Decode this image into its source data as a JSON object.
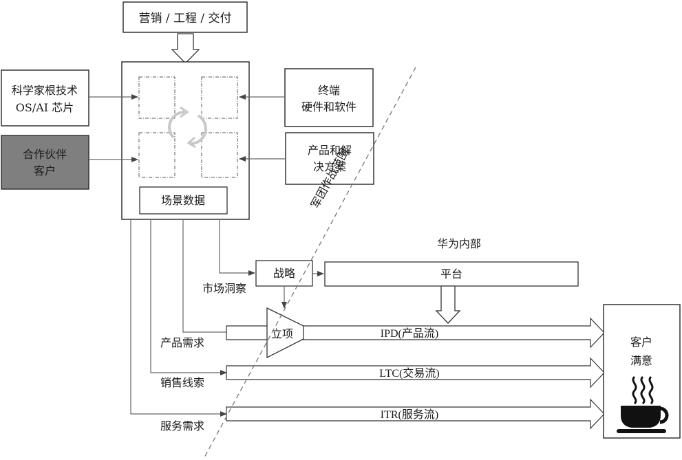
{
  "top_box": "营销 / 工程 / 交付",
  "left_boxes": {
    "scientist_line1": "科学家根技术",
    "scientist_line2": "OS/AI 芯片",
    "partner_line1": "合作伙伴",
    "partner_line2": "客户"
  },
  "right_boxes": {
    "terminal_line1": "终端",
    "terminal_line2": "硬件和软件",
    "solution_line1": "产品和解",
    "solution_line2": "决方案"
  },
  "scene_data": "场景数据",
  "corps_scope": "军团作战范围",
  "huawei_internal": "华为内部",
  "strategy": "战略",
  "platform": "平台",
  "market_insight": "市场洞察",
  "project": "立项",
  "flows": {
    "product_demand": "产品需求",
    "sales_leads": "销售线索",
    "service_demand": "服务需求",
    "ipd": "IPD(产品流)",
    "ltc": "LTC(交易流)",
    "itr": "ITR(服务流)"
  },
  "customer_line1": "客户",
  "customer_line2": "满意",
  "icons": [
    "steaming-cup-icon",
    "cycle-arrows-icon"
  ],
  "colors": {
    "line": "#333333",
    "partner_fill": "#7f7f7f",
    "dashed": "#777777"
  }
}
